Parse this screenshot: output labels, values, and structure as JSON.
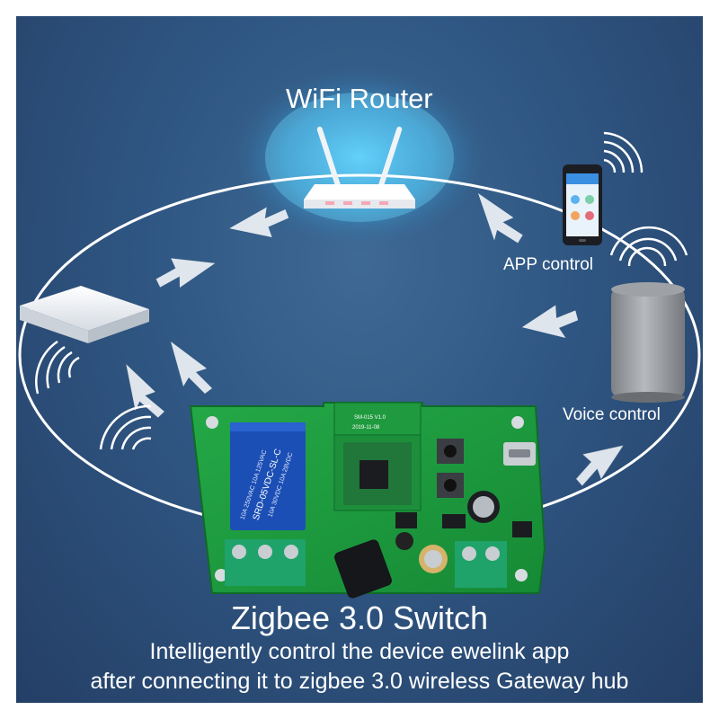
{
  "labels": {
    "router": "WiFi Router",
    "app": "APP control",
    "voice": "Voice control"
  },
  "caption": {
    "title": "Zigbee 3.0 Switch",
    "line1": "Intelligently control the device ewelink app",
    "line2": "after connecting it to zigbee 3.0 wireless Gateway hub"
  },
  "board_markings": {
    "module_id": "SM-015 V1.0",
    "module_date": "2019-11-08",
    "relay_model": "SRD-05VDC-SL-C",
    "relay_rating_1": "10A 250VAC 10A 125VAC",
    "relay_rating_2": "10A 30VDC 10A 28VDC"
  },
  "colors": {
    "background": "#2f5682",
    "pcb": "#1f9a3e",
    "terminal": "#1fa36a",
    "relay": "#1c4fb5",
    "text": "#ffffff"
  }
}
